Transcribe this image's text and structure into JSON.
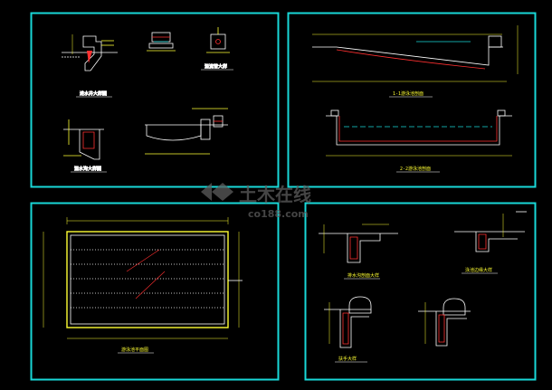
{
  "colors": {
    "background": "#000000",
    "sheet_border": "#19d8d8",
    "line": "#ffffff",
    "dimension": "#ffff33",
    "accent_red": "#ff3030",
    "watermark": "#5c5c5c"
  },
  "watermark": {
    "brand": "土木在线",
    "url": "co188.com"
  },
  "panels": [
    {
      "id": "top-left",
      "captions": [
        "进水井大样图",
        "溢流管大样",
        "溢水沟大样图"
      ]
    },
    {
      "id": "top-right",
      "captions": [
        "1-1游泳池剖面",
        "2-2游泳池剖面"
      ]
    },
    {
      "id": "bottom-left",
      "captions": [
        "游泳池平面图"
      ]
    },
    {
      "id": "bottom-right",
      "captions": [
        "排水沟剖面大样",
        "泳池边缘大样",
        "扶手大样"
      ]
    }
  ]
}
